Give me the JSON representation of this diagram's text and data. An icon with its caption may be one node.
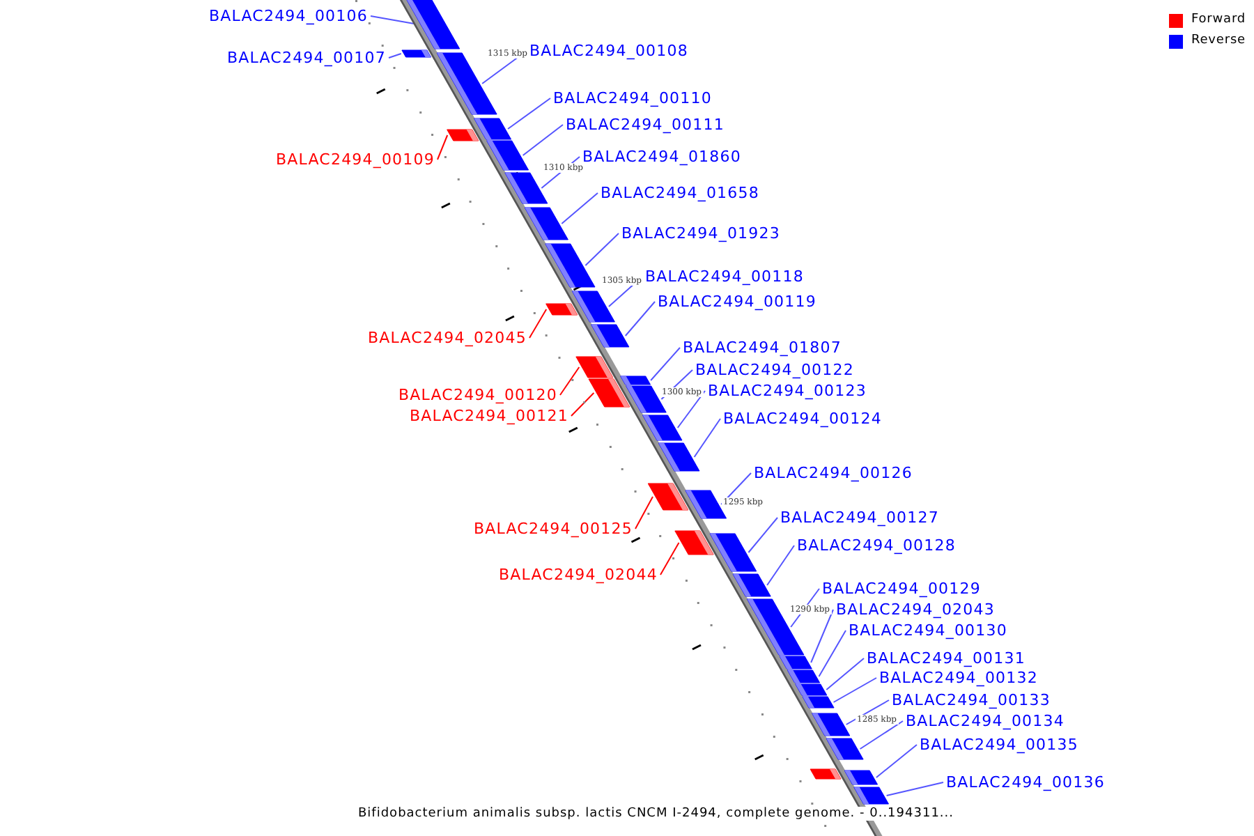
{
  "diagram": {
    "caption": "Bifidobacterium animalis subsp. lactis CNCM I-2494, complete genome. - 0..194311...",
    "nodes": [
      {
        "text": [
          "BALAC2494_00106"
        ]
      },
      {
        "text": [],
        "shape": "bar"
      },
      {
        "text": [
          "BALAC2494_00107"
        ]
      },
      {
        "text": [],
        "shape": "bar"
      },
      {
        "text": [
          "BALAC2494_00108"
        ]
      },
      {
        "text": [],
        "shape": "bar"
      },
      {
        "text": [
          "BALAC2494_00110"
        ]
      },
      {
        "text": [],
        "shape": "bar"
      },
      {
        "text": [
          "BALAC2494_00111"
        ]
      },
      {
        "text": [],
        "shape": "bar"
      },
      {
        "text": [
          "BALAC2494_00109"
        ]
      },
      {
        "text": [],
        "shape": "bar"
      },
      {
        "text": [
          "BALAC2494_01860"
        ]
      },
      {
        "text": [],
        "shape": "bar"
      },
      {
        "text": [
          "BALAC2494_01658"
        ]
      },
      {
        "text": [],
        "shape": "bar"
      },
      {
        "text": [
          "BALAC2494_01923"
        ]
      },
      {
        "text": [],
        "shape": "bar"
      },
      {
        "text": [
          "BALAC2494_00118"
        ]
      },
      {
        "text": [],
        "shape": "bar"
      },
      {
        "text": [
          "BALAC2494_00119"
        ]
      },
      {
        "text": [],
        "shape": "bar"
      },
      {
        "text": [
          "BALAC2494_02045"
        ]
      },
      {
        "text": [],
        "shape": "bar"
      },
      {
        "text": [
          "BALAC2494_01807"
        ]
      },
      {
        "text": [],
        "shape": "bar"
      },
      {
        "text": [
          "BALAC2494_00120"
        ]
      },
      {
        "text": [],
        "shape": "bar"
      },
      {
        "text": [
          "BALAC2494_00122"
        ]
      },
      {
        "text": [],
        "shape": "bar"
      },
      {
        "text": [
          "BALAC2494_00121"
        ]
      },
      {
        "text": [],
        "shape": "bar"
      },
      {
        "text": [
          "BALAC2494_00123"
        ]
      },
      {
        "text": [],
        "shape": "bar"
      },
      {
        "text": [
          "BALAC2494_00124"
        ]
      },
      {
        "text": [],
        "shape": "bar"
      },
      {
        "text": [
          "BALAC2494_00126"
        ]
      },
      {
        "text": [],
        "shape": "bar"
      },
      {
        "text": [
          "BALAC2494_00125"
        ]
      },
      {
        "text": [],
        "shape": "bar"
      },
      {
        "text": [
          "BALAC2494_00127"
        ]
      },
      {
        "text": [],
        "shape": "bar"
      },
      {
        "text": [
          "BALAC2494_00128"
        ]
      },
      {
        "text": [],
        "shape": "bar"
      },
      {
        "text": [
          "BALAC2494_02044"
        ]
      },
      {
        "text": [],
        "shape": "bar"
      },
      {
        "text": [
          "BALAC2494_00129"
        ]
      },
      {
        "text": [],
        "shape": "bar"
      },
      {
        "text": [
          "BALAC2494_02043"
        ]
      },
      {
        "text": [],
        "shape": "bar"
      },
      {
        "text": [
          "BALAC2494_00130"
        ]
      },
      {
        "text": [],
        "shape": "bar"
      },
      {
        "text": [
          "BALAC2494_00131"
        ]
      },
      {
        "text": [],
        "shape": "bar"
      },
      {
        "text": [
          "BALAC2494_00132"
        ]
      },
      {
        "text": [],
        "shape": "bar"
      },
      {
        "text": [
          "BALAC2494_00133"
        ]
      },
      {
        "text": [],
        "shape": "bar"
      },
      {
        "text": [
          "BALAC2494_00134"
        ]
      },
      {
        "text": [],
        "shape": "bar"
      },
      {
        "text": [
          "BALAC2494_00135"
        ]
      },
      {
        "text": [],
        "shape": "bar"
      },
      {
        "text": [],
        "shape": "bar"
      },
      {
        "text": [
          "BALAC2494_00136"
        ]
      },
      {
        "text": [],
        "shape": "bar"
      }
    ],
    "edges": [
      {
        "from": 0,
        "to": 1,
        "arrow": "none"
      },
      {
        "from": 2,
        "to": 3,
        "arrow": "none"
      },
      {
        "from": 4,
        "to": 5,
        "arrow": "none"
      },
      {
        "from": 6,
        "to": 7,
        "arrow": "none"
      },
      {
        "from": 8,
        "to": 9,
        "arrow": "none"
      },
      {
        "from": 10,
        "to": 11,
        "arrow": "none",
        "color": "#ff0000"
      },
      {
        "from": 12,
        "to": 13,
        "arrow": "none"
      },
      {
        "from": 14,
        "to": 15,
        "arrow": "none"
      },
      {
        "from": 16,
        "to": 17,
        "arrow": "none"
      },
      {
        "from": 18,
        "to": 19,
        "arrow": "none"
      },
      {
        "from": 20,
        "to": 21,
        "arrow": "none"
      },
      {
        "from": 22,
        "to": 23,
        "arrow": "none",
        "color": "#ff0000"
      },
      {
        "from": 24,
        "to": 25,
        "arrow": "none"
      },
      {
        "from": 26,
        "to": 27,
        "arrow": "none",
        "color": "#ff0000"
      },
      {
        "from": 28,
        "to": 29,
        "arrow": "none"
      },
      {
        "from": 30,
        "to": 31,
        "arrow": "none",
        "color": "#ff0000"
      },
      {
        "from": 32,
        "to": 33,
        "arrow": "none"
      },
      {
        "from": 34,
        "to": 35,
        "arrow": "none"
      },
      {
        "from": 36,
        "to": 37,
        "arrow": "none"
      },
      {
        "from": 38,
        "to": 39,
        "arrow": "none",
        "color": "#ff0000"
      },
      {
        "from": 40,
        "to": 41,
        "arrow": "none"
      },
      {
        "from": 42,
        "to": 43,
        "arrow": "none"
      },
      {
        "from": 44,
        "to": 45,
        "arrow": "none",
        "color": "#ff0000"
      },
      {
        "from": 46,
        "to": 47,
        "arrow": "none"
      },
      {
        "from": 48,
        "to": 49,
        "arrow": "none"
      },
      {
        "from": 50,
        "to": 51,
        "arrow": "none"
      },
      {
        "from": 52,
        "to": 53,
        "arrow": "none"
      },
      {
        "from": 54,
        "to": 55,
        "arrow": "none"
      },
      {
        "from": 56,
        "to": 57,
        "arrow": "none"
      },
      {
        "from": 58,
        "to": 59,
        "arrow": "none"
      },
      {
        "from": 60,
        "to": 61,
        "arrow": "none"
      },
      {
        "from": 63,
        "to": 64,
        "arrow": "none"
      }
    ],
    "labels": [
      "1315 kbp",
      "1310 kbp",
      "1305 kbp",
      "1300 kbp",
      "1295 kbp",
      "1290 kbp",
      "1285 kbp"
    ],
    "legend": [
      {
        "text": "Forward",
        "color": "#ff0000"
      },
      {
        "text": "Reverse",
        "color": "#0000ff"
      }
    ]
  }
}
